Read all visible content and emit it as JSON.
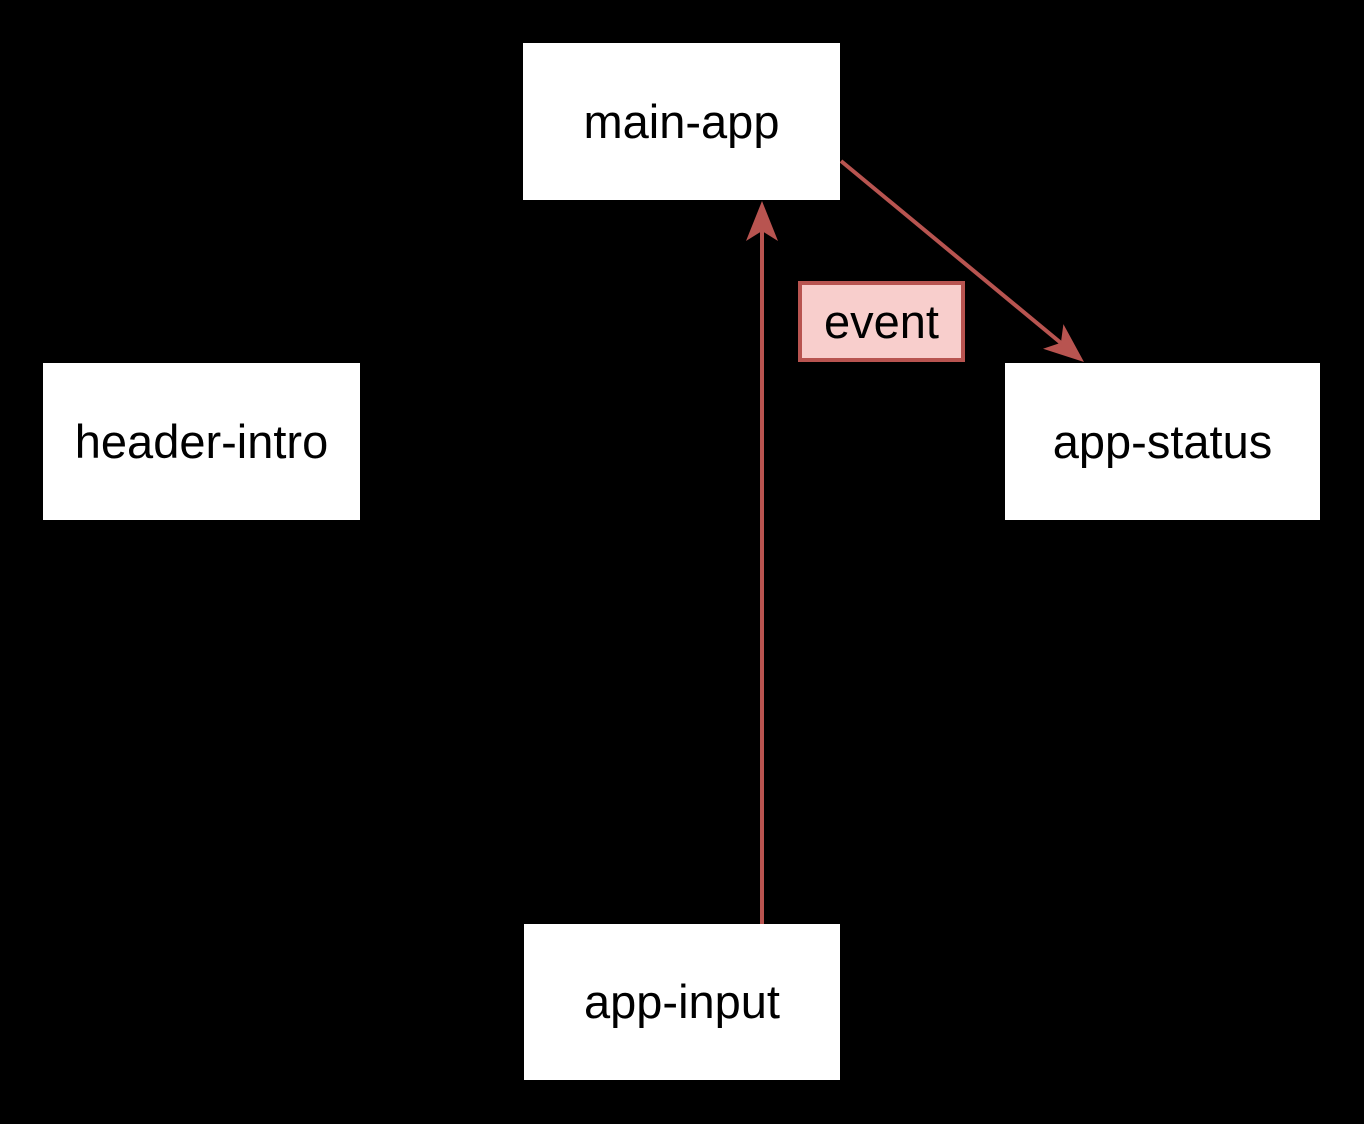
{
  "diagram": {
    "background_color": "#000000",
    "node_fill_color": "#ffffff",
    "node_text_color": "#000000",
    "edge_color": "#b85450",
    "nodes": [
      {
        "label": "main-app"
      },
      {
        "label": "header-intro"
      },
      {
        "label": "app-status"
      },
      {
        "label": "app-input"
      }
    ],
    "edges": [
      {
        "from": "main-app",
        "to": "app-status"
      },
      {
        "from": "app-input",
        "to": "main-app"
      }
    ],
    "event_label": {
      "text": "event",
      "fill_color": "#f8cecc",
      "border_color": "#b85450"
    }
  }
}
